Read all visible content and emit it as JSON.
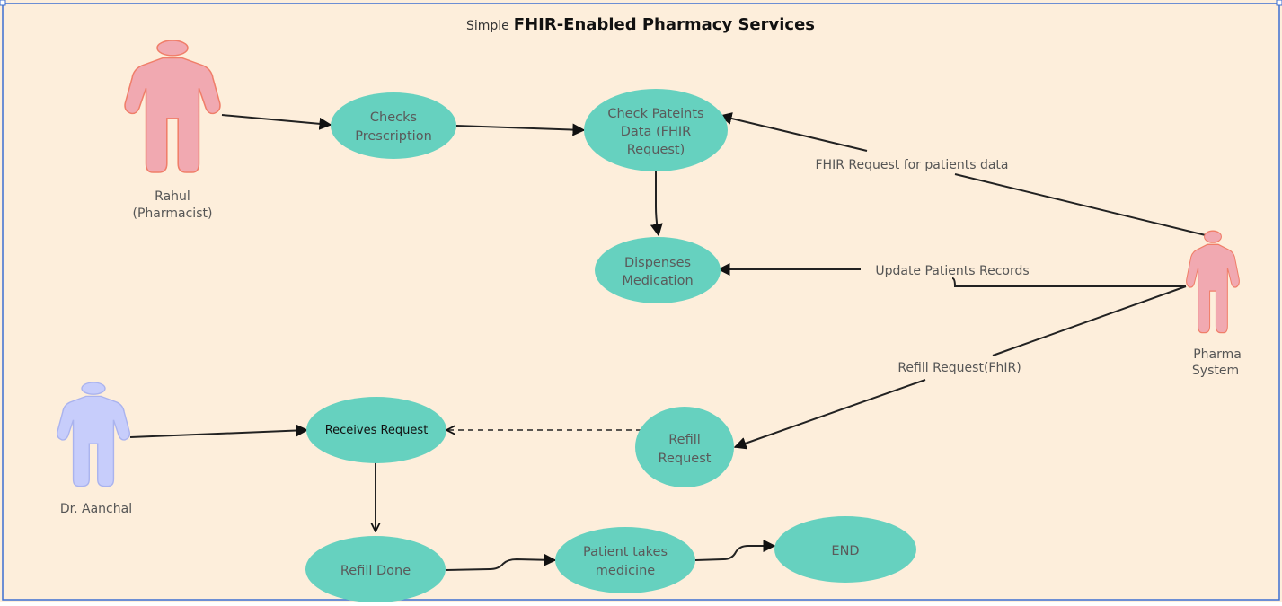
{
  "title": {
    "prefix": "Simple",
    "main": "FHIR-Enabled Pharmacy Services"
  },
  "colors": {
    "background": "#fdeedb",
    "node_fill": "#66d1bf",
    "actor_pink_fill": "#f1a9b1",
    "actor_pink_stroke": "#f07e69",
    "actor_blue_fill": "#c7cdfb",
    "actor_blue_stroke": "#aab3ee",
    "edge": "#222222",
    "frame": "#3c6fd1"
  },
  "actors": {
    "rahul": {
      "line1": "Rahul",
      "line2": "(Pharmacist)",
      "icon": "person-icon"
    },
    "pharma": {
      "line1": "Pharma",
      "line2": "System",
      "icon": "person-icon"
    },
    "aanchal": {
      "line1": "Dr. Aanchal",
      "icon": "person-icon"
    }
  },
  "nodes": {
    "checks_prescription": {
      "line1": "Checks",
      "line2": "Prescription"
    },
    "check_patients": {
      "line1": "Check Pateints",
      "line2": "Data (FHIR",
      "line3": "Request)"
    },
    "dispenses": {
      "line1": "Dispenses",
      "line2": "Medication"
    },
    "receives": {
      "line1": "Receives Request"
    },
    "refill_request": {
      "line1": "Refill",
      "line2": "Request"
    },
    "refill_done": {
      "line1": "Refill Done"
    },
    "patient_takes": {
      "line1": "Patient takes",
      "line2": "medicine"
    },
    "end": {
      "line1": "END"
    }
  },
  "edge_labels": {
    "fhir_request": "FHIR Request for patients data",
    "update_records": "Update Patients Records",
    "refill_fhir": "Refill Request(FhIR)"
  }
}
